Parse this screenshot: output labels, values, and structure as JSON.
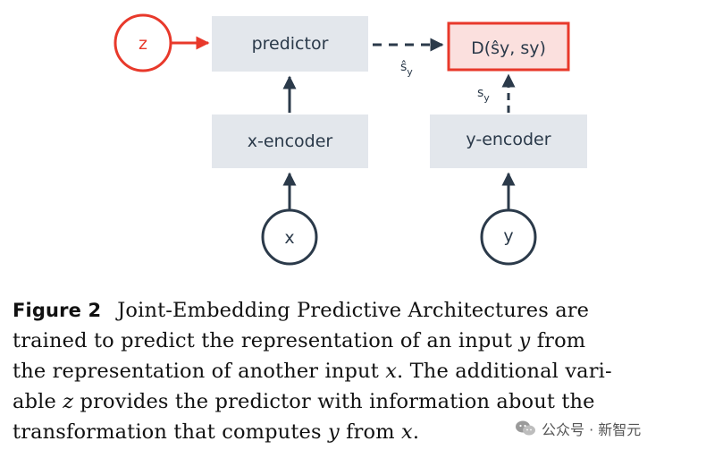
{
  "diagram": {
    "nodes": {
      "z": "z",
      "predictor": "predictor",
      "x_encoder": "x-encoder",
      "y_encoder": "y-encoder",
      "x": "x",
      "y": "y",
      "energy": "D(ŝy, sy)"
    },
    "edge_labels": {
      "s_hat_base": "ŝ",
      "s_hat_sub": "y",
      "s_base": "s",
      "s_sub": "y"
    },
    "colors": {
      "box_fill": "#e3e7ec",
      "accent_red": "#e8392b",
      "energy_fill": "#fbe0de",
      "stroke": "#2b3a4a"
    }
  },
  "caption": {
    "label": "Figure 2",
    "line1": "Joint-Embedding Predictive Architectures are",
    "line2a": "trained to predict the representation of an input ",
    "line2_var": "y",
    "line2b": " from",
    "line3a": "the representation of another input ",
    "line3_var": "x",
    "line3b": ". The additional vari-",
    "line4a": "able ",
    "line4_var": "z",
    "line4b": " provides the predictor with information about the",
    "line5a": "transformation that computes ",
    "line5_var1": "y",
    "line5b": " from ",
    "line5_var2": "x",
    "line5c": "."
  },
  "watermark": {
    "text": "公众号 · 新智元",
    "icon": "wechat-icon"
  }
}
